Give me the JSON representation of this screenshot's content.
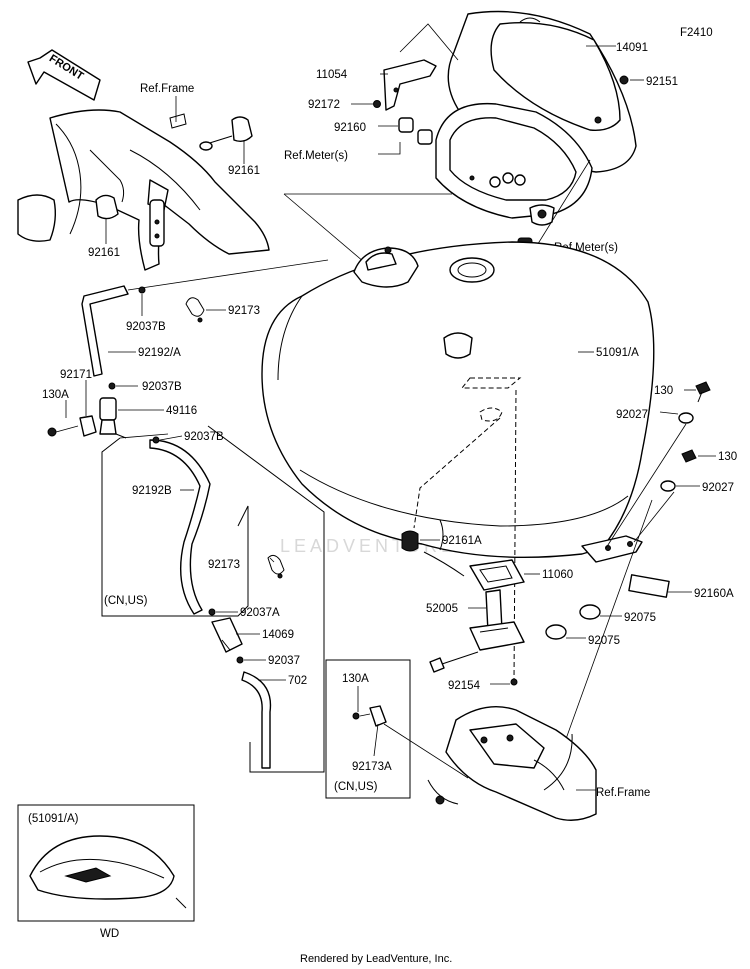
{
  "figure_code": "F2410",
  "front_label": "FRONT",
  "refs": {
    "frame_top": "Ref.Frame",
    "meter_upper": "Ref.Meter(s)",
    "meter_lower": "Ref.Meter(s)",
    "frame_bottom": "Ref.Frame"
  },
  "parts": {
    "p14091": "14091",
    "p11054": "11054",
    "p92151": "92151",
    "p92172": "92172",
    "p92160": "92160",
    "p92161_a": "92161",
    "p92161_b": "92161",
    "p92037B_a": "92037B",
    "p92173_a": "92173",
    "p92192A": "92192/A",
    "p51091A": "51091/A",
    "p92171": "92171",
    "p92037B_b": "92037B",
    "p130A_a": "130A",
    "p49116": "49116",
    "p130_a": "130",
    "p92027_a": "92027",
    "p92037B_c": "92037B",
    "p130_b": "130",
    "p92027_b": "92027",
    "p92192B": "92192B",
    "p92161A": "92161A",
    "p11060": "11060",
    "p92173_b": "92173",
    "p92160A": "92160A",
    "p52005": "52005",
    "p92075_a": "92075",
    "p92037A": "92037A",
    "p92075_b": "92075",
    "p14069": "14069",
    "p92037": "92037",
    "p702": "702",
    "p92154": "92154",
    "p130A_b": "130A",
    "p92173A": "92173A"
  },
  "market_labels": {
    "cn_us_1": "(CN,US)",
    "cn_us_2": "(CN,US)"
  },
  "inset": {
    "title": "(51091/A)",
    "caption": "WD"
  },
  "watermark": "LEADVENTURE",
  "footer": "Rendered by LeadVenture, Inc."
}
